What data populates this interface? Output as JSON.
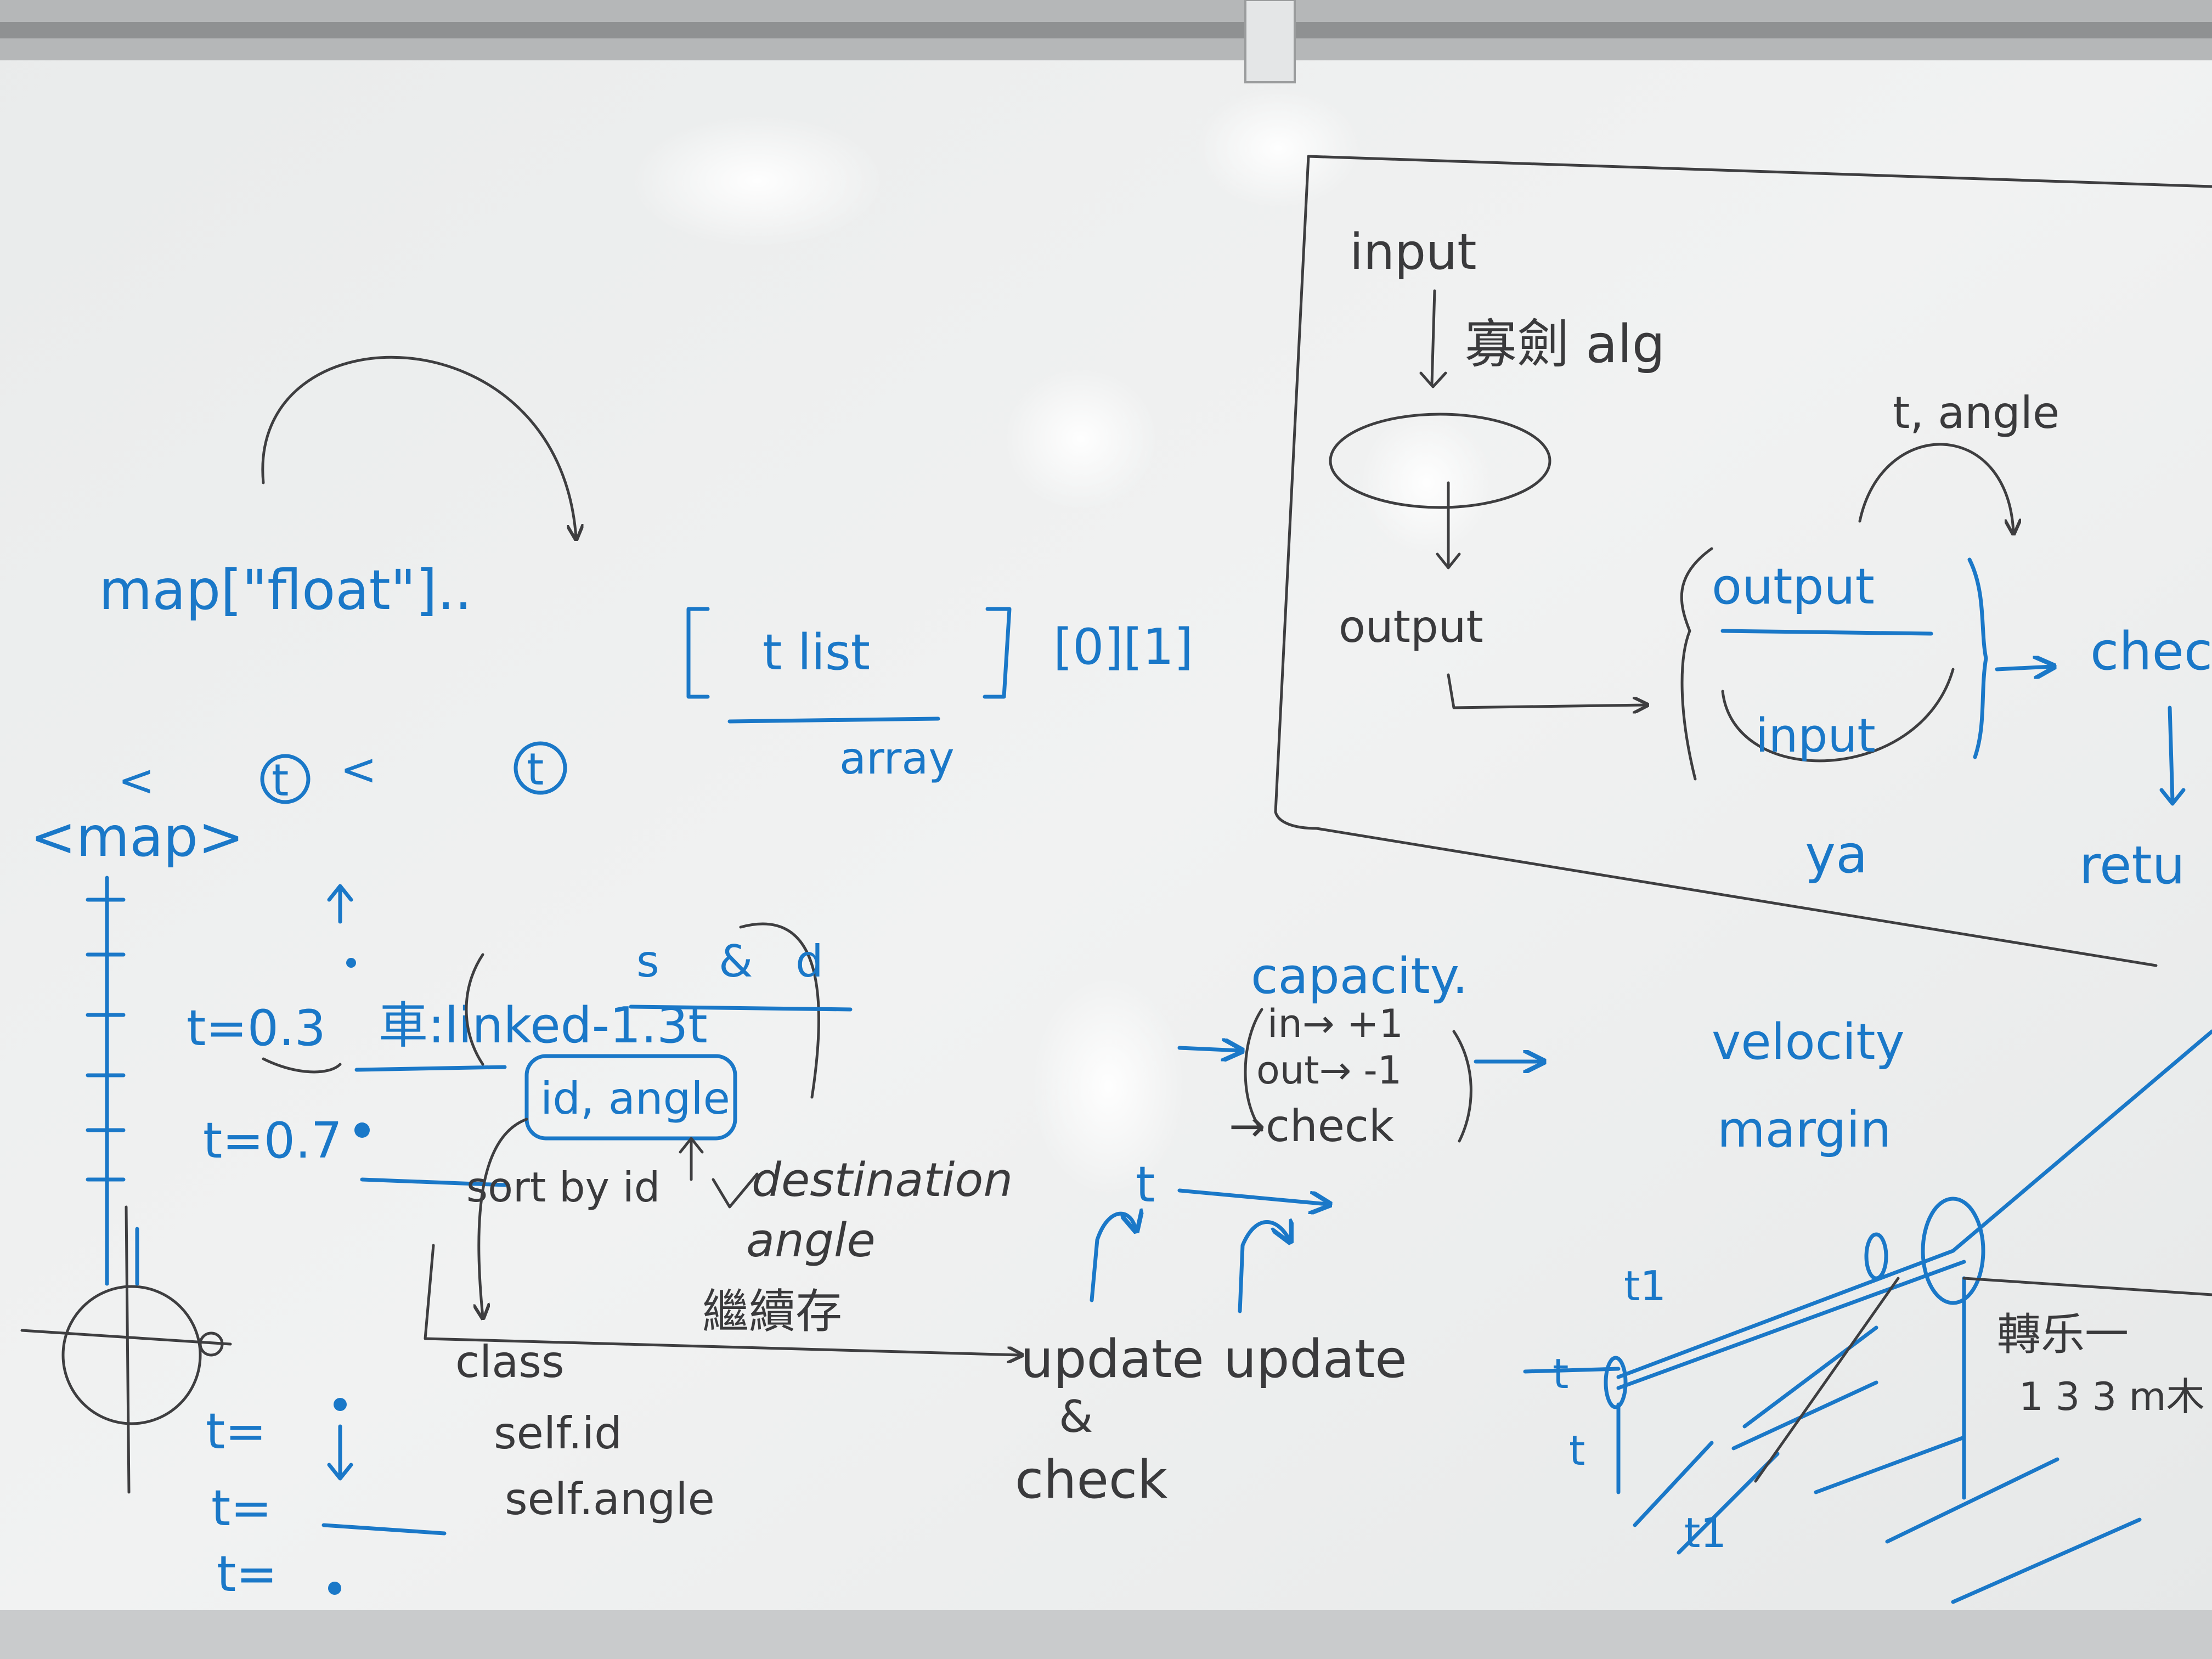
{
  "scene": {
    "description": "Photo of a whiteboard with handwritten notes in blue and black marker",
    "colors": {
      "blue_marker": "#1a78c8",
      "black_marker": "#3e3e40",
      "board": "#eef0f0",
      "frame": "#9b9c9d"
    }
  },
  "text": {
    "map_float": "map[\"float\"]..",
    "t_list": "t list",
    "index": "[0][1]",
    "array": "array",
    "lt": "<",
    "t_circle_1": "t",
    "lt2": "<",
    "t_circle_2": "t",
    "map_tag": "<map>",
    "up_arrow_t03": "t=0.3",
    "t07": "t=0.7",
    "car_linked": "車:linked-1.3t",
    "s_col": "s",
    "amp_col": "&",
    "d_col": "d",
    "id_angle": "id, angle",
    "sort_by_id": "sort by id",
    "destination": "destination",
    "angle": "angle",
    "keep_continue": "繼續存",
    "class": "class",
    "self_id": "self.id",
    "self_angle": "self.angle",
    "t_eq1": "t=",
    "t_eq2": "t=",
    "t_eq3": "t=",
    "update1": "update",
    "amp_check": "&",
    "check1": "check",
    "update2": "update",
    "t_arrow": "t",
    "capacity": "capacity.",
    "in_plus": "in→ +1",
    "out_minus": "out→ -1",
    "check2": "→check",
    "velocity": "velocity",
    "margin": "margin",
    "input": "input",
    "alg": "寡劍 alg",
    "output_left": "output",
    "t_angle": "t, angle",
    "output_box": "output",
    "input_box": "input",
    "check_right": "chec",
    "return_right": "retu",
    "ya": "ya",
    "t1_a": "t1",
    "t1_b": "t1",
    "t_left_a": "t",
    "t_left_b": "t",
    "chinese_right": "轉乐一",
    "chinese_right2": "1 3 3 m木"
  }
}
